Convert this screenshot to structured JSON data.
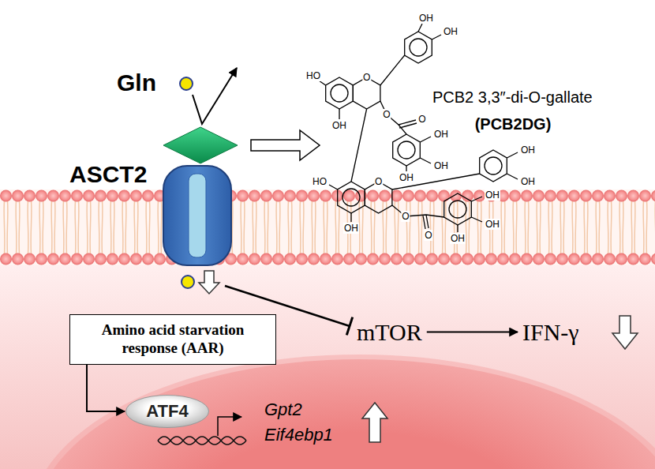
{
  "diagram": {
    "nodes": [
      {
        "text": [
          "Amino acid starvation response (AAR)"
        ]
      },
      {
        "text": [
          "ATF4"
        ]
      },
      {
        "text": [
          "mTOR"
        ]
      },
      {
        "text": [
          "IFN-γ"
        ]
      }
    ],
    "edges": [
      {
        "from": 0,
        "to": 1,
        "arrow": "to"
      },
      {
        "from": 2,
        "to": 3,
        "arrow": "to"
      }
    ],
    "labels": [
      "Gln",
      "ASCT2",
      "PCB2 3,3″-di-O-gallate",
      "(PCB2DG)",
      "Gpt2",
      "Eif4ebp1",
      "HO",
      "OH",
      "O",
      "OH",
      "OH",
      "O",
      "O",
      "OH",
      "OH",
      "OH",
      "HO",
      "OH",
      "O",
      "OH",
      "OH",
      "O",
      "O",
      "OH",
      "OH",
      "OH"
    ]
  }
}
